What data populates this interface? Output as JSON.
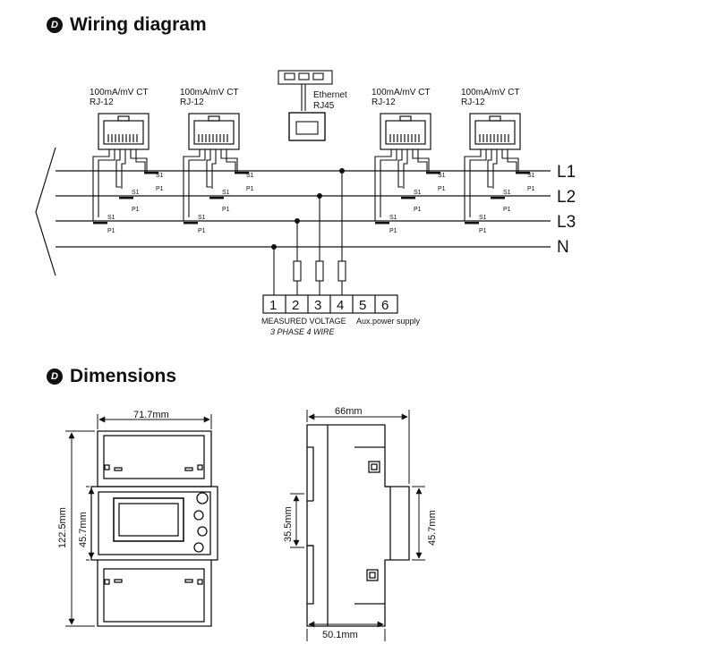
{
  "sections": {
    "wiring_title": "Wiring diagram",
    "dimensions_title": "Dimensions",
    "badge_glyph": "D"
  },
  "wiring": {
    "ct_label_1": "100mA/mV CT",
    "ct_label_2": "RJ-12",
    "ethernet_label_1": "Ethernet",
    "ethernet_label_2": "RJ45",
    "s1": "S1",
    "p1": "P1",
    "lines": [
      "L1",
      "L2",
      "L3",
      "N"
    ],
    "terminals": [
      "1",
      "2",
      "3",
      "4",
      "5",
      "6"
    ],
    "measured_voltage": "MEASURED VOLTAGE",
    "phase_note": "3 PHASE 4 WIRE",
    "aux_supply": "Aux.power supply"
  },
  "dimensions": {
    "front_width": "71.7mm",
    "front_height": "122.5mm",
    "front_inner_height": "45.7mm",
    "side_width": "66mm",
    "side_inner_left": "35.5mm",
    "side_inner_right": "45.7mm",
    "side_bottom": "50.1mm"
  }
}
